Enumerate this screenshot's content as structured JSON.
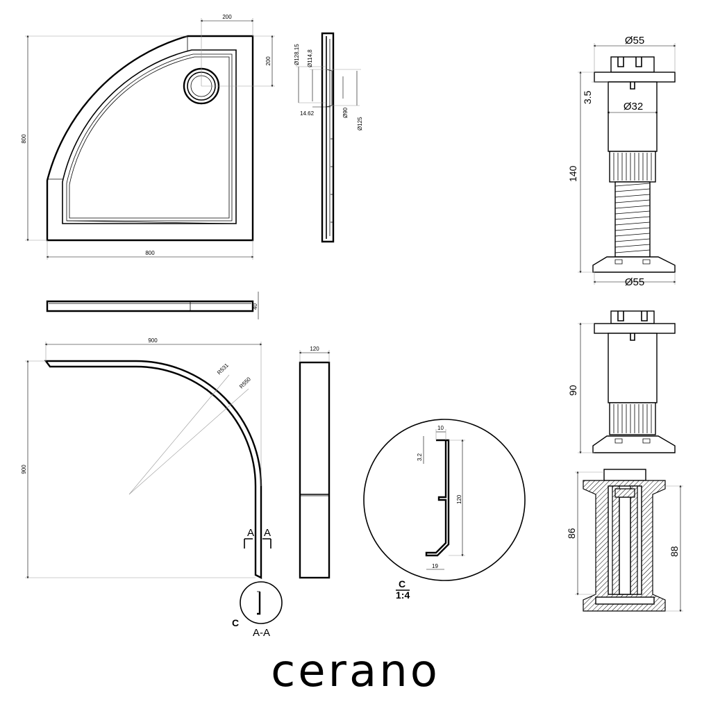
{
  "top_view": {
    "dim_width": "800",
    "dim_height": "800",
    "dim_drain_x": "200",
    "dim_drain_y": "200"
  },
  "drain_detail": {
    "d1": "Ø128,15",
    "d2": "Ø114,8",
    "d3": "14.62",
    "d4": "Ø90",
    "d5": "Ø125"
  },
  "side_profile": {
    "height": "40"
  },
  "panel_view": {
    "width": "900",
    "height": "900",
    "r1": "R531",
    "r2": "R550",
    "section_a_left": "A",
    "section_a_right": "A",
    "section_label": "C",
    "section_name": "A-A"
  },
  "panel_side": {
    "width": "120"
  },
  "detail_c": {
    "d_top": "10",
    "d_gap": "3.2",
    "d_height": "120",
    "d_bottom": "19",
    "label": "C",
    "scale": "1:4"
  },
  "foot_tall": {
    "top_diam": "Ø55",
    "rim": "3.5",
    "inner_diam": "Ø32",
    "height": "140",
    "base_diam": "Ø55"
  },
  "foot_short": {
    "height": "90"
  },
  "foot_section": {
    "left_height": "86",
    "right_height": "88"
  },
  "brand": {
    "name": "cerano"
  }
}
